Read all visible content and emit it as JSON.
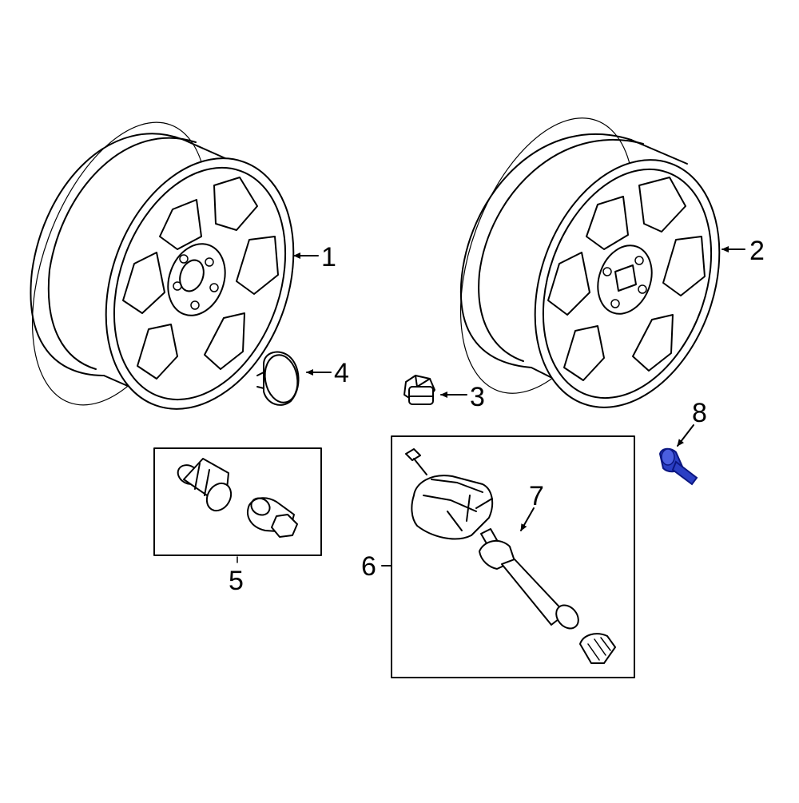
{
  "diagram": {
    "callouts": [
      {
        "id": "1",
        "label": "1"
      },
      {
        "id": "2",
        "label": "2"
      },
      {
        "id": "3",
        "label": "3"
      },
      {
        "id": "4",
        "label": "4"
      },
      {
        "id": "5",
        "label": "5"
      },
      {
        "id": "6",
        "label": "6"
      },
      {
        "id": "7",
        "label": "7"
      },
      {
        "id": "8",
        "label": "8"
      }
    ],
    "highlight_color": "#2b3fc4"
  }
}
